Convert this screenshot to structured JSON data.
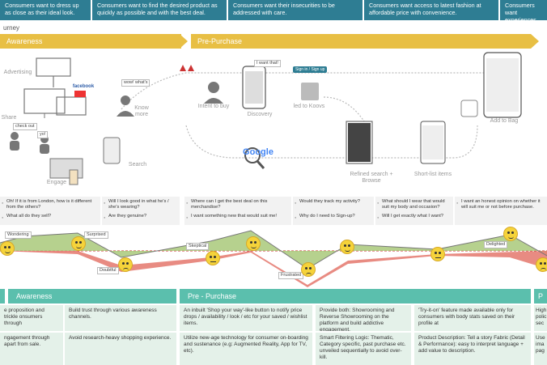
{
  "needs": [
    "Consumers want to dress up as close as their ideal look.",
    "Consumers want to find the desired product as quickly as possible and with the best deal.",
    "Consumers want their insecurities to be addressed with care.",
    "Consumers want access to latest fashion at affordable price with convenience.",
    "Consumers want experiences."
  ],
  "journey_title": "urney",
  "phases": {
    "awareness": "Awareness",
    "pre_purchase": "Pre-Purchase"
  },
  "touchpoints": {
    "advertising": "Advertising",
    "facebook": "facebook",
    "know_more": "Know more",
    "share": "Share",
    "check_out": "check out",
    "yo": "yo!",
    "search": "Search",
    "engage": "Engage",
    "wow": "wow! what's",
    "intent": "Intent to buy",
    "discovery": "Discovery",
    "want_that": "I want that!",
    "google": "Google",
    "sign_in": "Sign in / Sign up",
    "led_to": "led to Koovs",
    "refined": "Refined search + Browse",
    "shortlist": "Short-list items",
    "add_bag": "Add to Bag"
  },
  "questions": [
    [
      "Oh! If it is from London, how is it different from the others?",
      "What all do they sell?"
    ],
    [
      "Will I look good in what he's / she's wearing?",
      "Are they genuine?"
    ],
    [
      "Where can I get the best deal on this merchandise?",
      "I want something new that would suit me!"
    ],
    [
      "Would they track my activity?",
      "Why do I need to Sign-up?"
    ],
    [
      "What should I wear that would suit my body and occasion?",
      "Will I get exactly what I want?"
    ],
    [
      "I want an honest opinion on whether it will suit me or not before purchase."
    ]
  ],
  "emotions": {
    "wondering": "Wondering",
    "surprised": "Surprised",
    "doubtful": "Doubtful",
    "skeptical": "Skeptical",
    "frustrated": "Frustrated",
    "delighted": "Delighted"
  },
  "sections": {
    "awareness": "Awareness",
    "pre_purchase": "Pre - Purchase",
    "post": "P"
  },
  "cells": [
    [
      "e proposition and trickle onsumers through",
      "Build trust through various awareness channels.",
      "An inbuilt 'Shop your way'-like button to notify price drops / availability / look / etc for your saved / wishlist items.",
      "Provide both: Showrooming and Reverse Showrooming on the platform and build addictive engagement.",
      "'Try-it-on' feature made available only for consumers with body stats saved on their profile at",
      "High polic sec"
    ],
    [
      "ngagement through apart from sale.",
      "Avoid research-heavy shopping experience.",
      "Utilize new-age technology for consumer on-boarding and sustenance (e.g: Augmented Reality, App for TV, etc).",
      "Smart Filtering Logic: Thematic, Category specific, past purchase etc. unveiled sequentially to avoid over-kill.",
      "Product Description: Tell a story Fabric (Detail & Performance): easy to interpret language + add value to description.",
      "Use ima pag"
    ]
  ]
}
